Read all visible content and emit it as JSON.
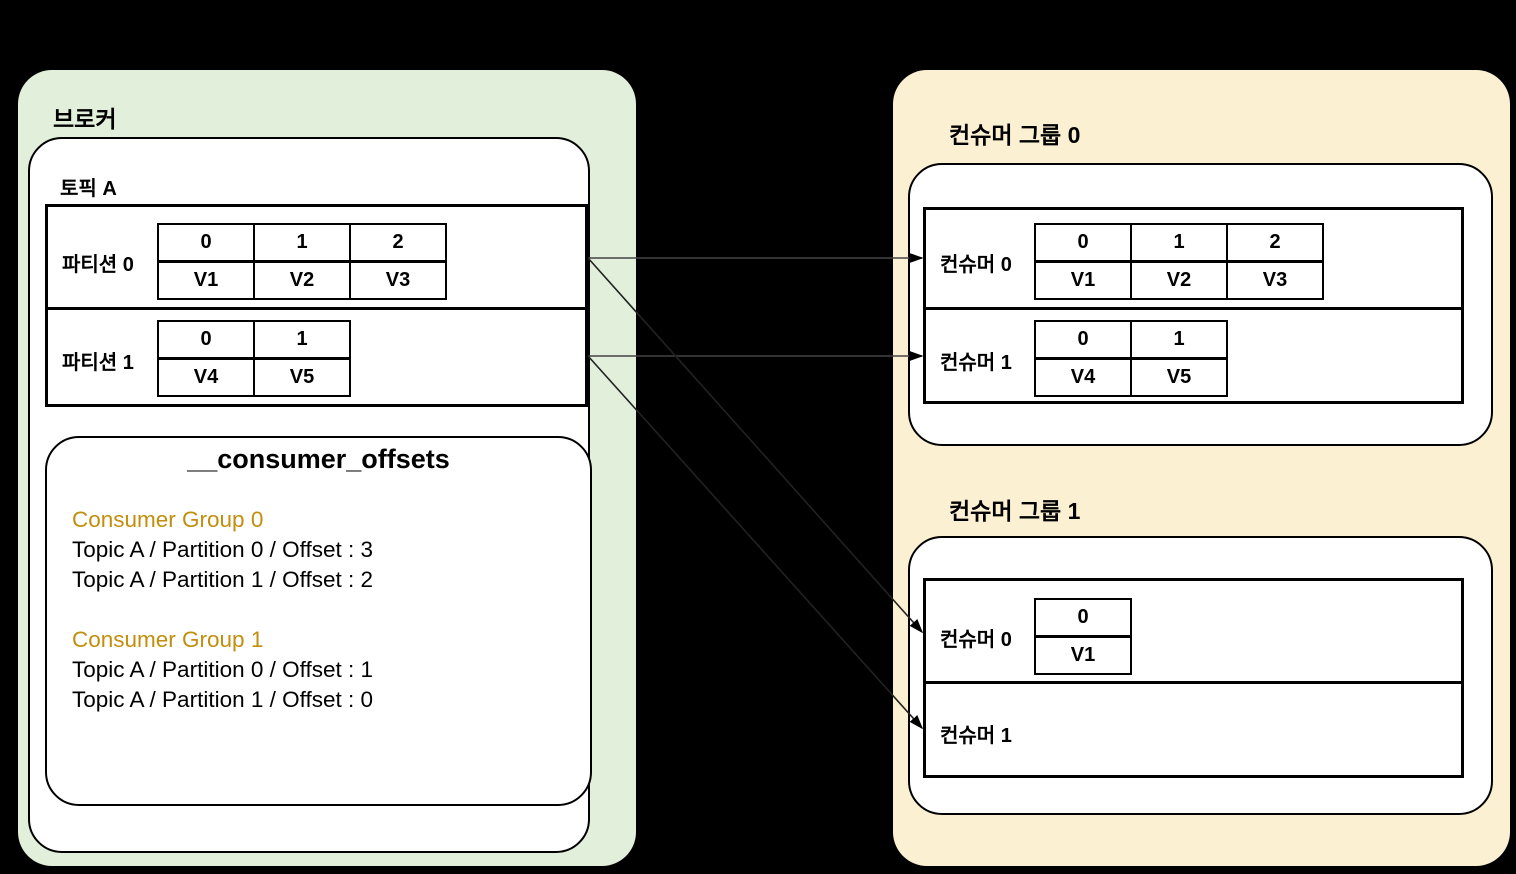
{
  "broker": {
    "title": "브로커",
    "topic": {
      "label": "토픽 A",
      "partitions": [
        {
          "label": "파티션 0",
          "offsets": [
            "0",
            "1",
            "2"
          ],
          "values": [
            "V1",
            "V2",
            "V3"
          ]
        },
        {
          "label": "파티션 1",
          "offsets": [
            "0",
            "1"
          ],
          "values": [
            "V4",
            "V5"
          ]
        }
      ]
    },
    "offsets_topic": {
      "title": "__consumer_offsets",
      "heading_color": "#c18f0d",
      "groups": [
        {
          "name": "Consumer Group 0",
          "lines": [
            "Topic A / Partition 0 / Offset : 3",
            "Topic A / Partition 1 / Offset : 2"
          ]
        },
        {
          "name": "Consumer Group 1",
          "lines": [
            "Topic A / Partition 0 / Offset : 1",
            "Topic A / Partition 1 / Offset : 0"
          ]
        }
      ]
    }
  },
  "consumer_groups": [
    {
      "title": "컨슈머 그룹 0",
      "consumers": [
        {
          "label": "컨슈머 0",
          "offsets": [
            "0",
            "1",
            "2"
          ],
          "values": [
            "V1",
            "V2",
            "V3"
          ]
        },
        {
          "label": "컨슈머 1",
          "offsets": [
            "0",
            "1"
          ],
          "values": [
            "V4",
            "V5"
          ]
        }
      ]
    },
    {
      "title": "컨슈머 그룹 1",
      "consumers": [
        {
          "label": "컨슈머 0",
          "offsets": [
            "0"
          ],
          "values": [
            "V1"
          ]
        },
        {
          "label": "컨슈머 1",
          "offsets": [],
          "values": []
        }
      ]
    }
  ],
  "colors": {
    "broker_panel": "#e2efda",
    "consumer_panel": "#fcf0d2",
    "background": "#000000",
    "accent_gold": "#c18f0d",
    "line": "#000000"
  }
}
